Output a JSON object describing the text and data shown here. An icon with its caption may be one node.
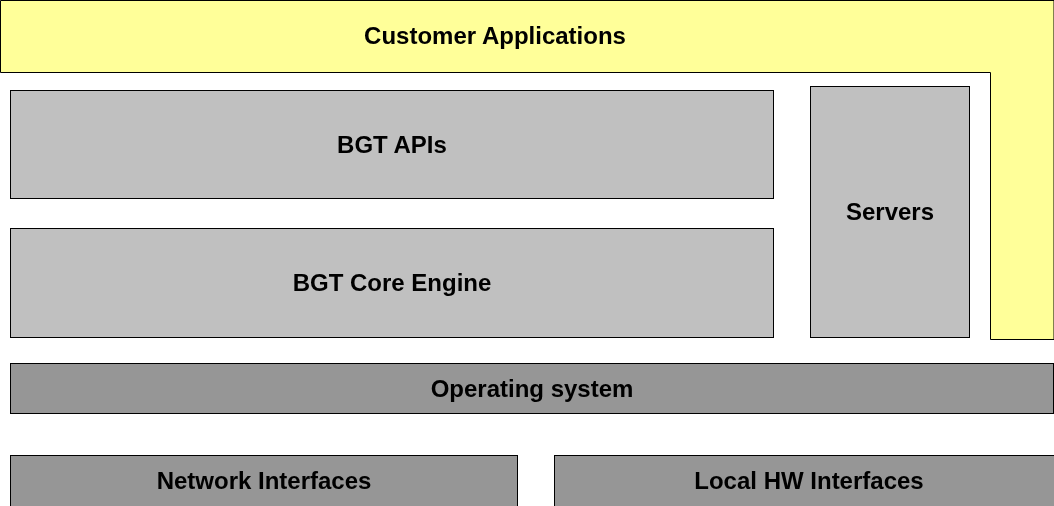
{
  "diagram": {
    "nodes": [
      {
        "text": [
          "Customer Applications"
        ]
      },
      {
        "text": [
          "BGT APIs"
        ]
      },
      {
        "text": [
          "BGT Core Engine"
        ]
      },
      {
        "text": [
          "Servers"
        ]
      },
      {
        "text": [
          "Operating system"
        ]
      },
      {
        "text": [
          "Network Interfaces"
        ]
      },
      {
        "text": [
          "Local HW Interfaces"
        ]
      }
    ]
  }
}
